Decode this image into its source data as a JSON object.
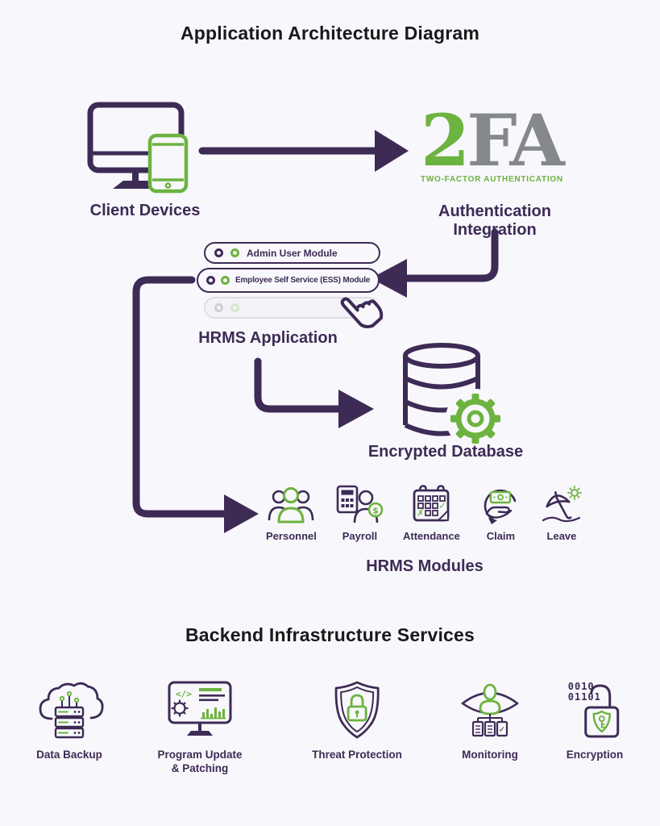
{
  "colors": {
    "purple": "#3D2B56",
    "green": "#6CB33F",
    "grey": "#85888C",
    "background": "#F8F7FB",
    "disabled": "#DEDDE3"
  },
  "header": {
    "title": "Application Architecture Diagram"
  },
  "client_devices": {
    "label": "Client Devices"
  },
  "auth": {
    "logo_2": "2",
    "logo_fa": "FA",
    "logo_caption": "TWO-FACTOR AUTHENTICATION",
    "label": "Authentication Integration"
  },
  "hrms_app": {
    "label": "HRMS Application",
    "modules": [
      {
        "label": "Admin User Module",
        "state": "enabled"
      },
      {
        "label": "Employee Self Service (ESS) Module",
        "state": "enabled"
      },
      {
        "label": "",
        "state": "disabled"
      }
    ]
  },
  "database": {
    "label": "Encrypted Database"
  },
  "hrms_modules": {
    "title": "HRMS Modules",
    "items": [
      {
        "label": "Personnel",
        "icon": "personnel-icon"
      },
      {
        "label": "Payroll",
        "icon": "payroll-icon"
      },
      {
        "label": "Attendance",
        "icon": "attendance-icon"
      },
      {
        "label": "Claim",
        "icon": "claim-icon"
      },
      {
        "label": "Leave",
        "icon": "leave-icon"
      }
    ]
  },
  "backend": {
    "title": "Backend Infrastructure Services",
    "items": [
      {
        "label": "Data Backup",
        "icon": "data-backup-icon"
      },
      {
        "label": "Program Update & Patching",
        "icon": "program-update-icon"
      },
      {
        "label": "Threat Protection",
        "icon": "threat-protection-icon"
      },
      {
        "label": "Monitoring",
        "icon": "monitoring-icon"
      },
      {
        "label": "Encryption",
        "icon": "encryption-icon"
      }
    ]
  },
  "icon_glyphs": {
    "dollar": "$",
    "check": "✓",
    "cross": "✗",
    "code": "</>",
    "binary_row1": "0010",
    "binary_row2": "01101"
  }
}
